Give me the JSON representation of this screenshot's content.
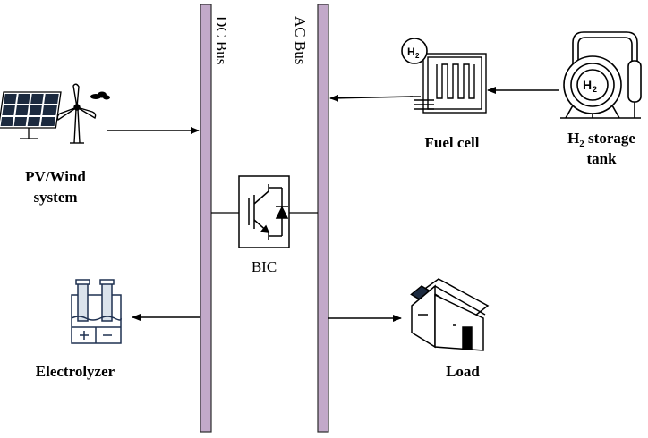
{
  "buses": {
    "dc": {
      "label": "DC Bus",
      "color": "#c2a9c9"
    },
    "ac": {
      "label": "AC Bus",
      "color": "#c2a9c9"
    }
  },
  "converter": {
    "label": "BIC"
  },
  "components": {
    "pv_wind": {
      "label_line1": "PV/Wind",
      "label_line2": "system",
      "icon": "solar-wind-icon"
    },
    "electrolyzer": {
      "label": "Electrolyzer",
      "icon": "electrolyzer-icon",
      "terminals": [
        "+",
        "−"
      ]
    },
    "fuel_cell": {
      "label": "Fuel cell",
      "icon": "fuel-cell-icon",
      "badge": "H2"
    },
    "h2_tank": {
      "label_prefix": "H",
      "label_sub": "2",
      "label_rest": " storage",
      "label_line2": "tank",
      "icon": "hydrogen-tank-icon",
      "badge": "H2"
    },
    "load": {
      "label": "Load",
      "icon": "house-icon"
    }
  }
}
